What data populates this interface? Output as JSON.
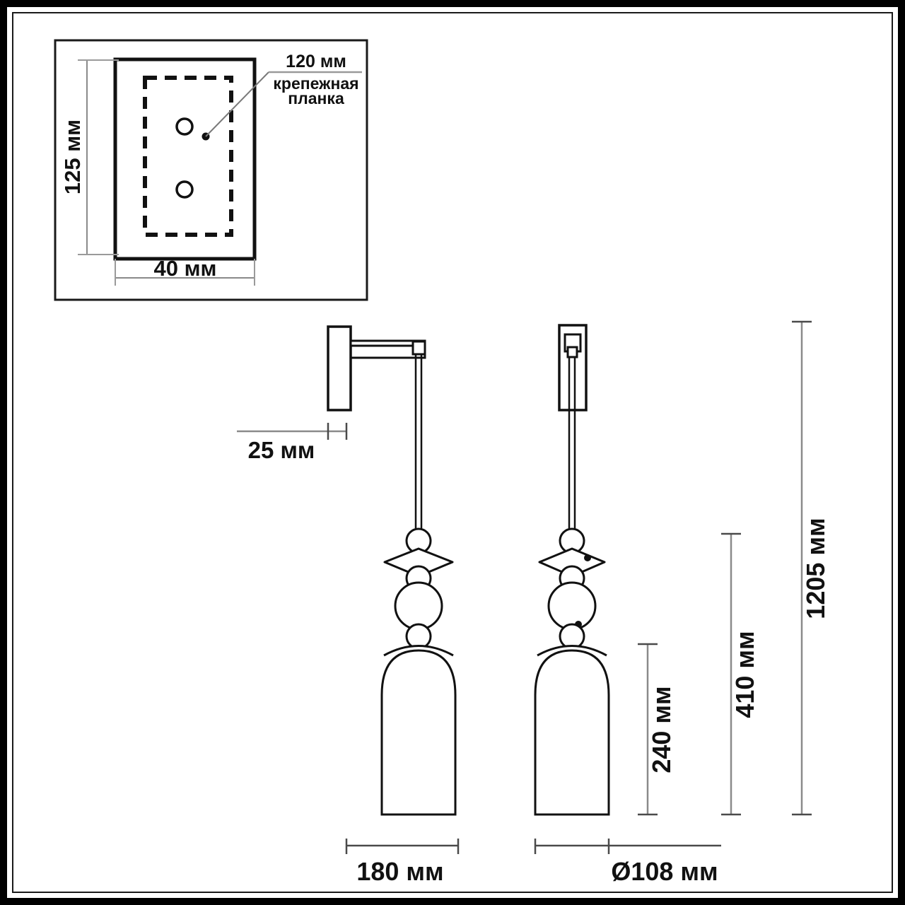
{
  "drawing": {
    "title": "Wall sconce technical dimension drawing",
    "units": "мм",
    "line_color": "#111111",
    "dim_line_color": "#808080",
    "background": "#ffffff",
    "border_color": "#000000"
  },
  "detail_panel": {
    "name": "mounting-plate-detail",
    "dimensions": {
      "height_label": "125 мм",
      "width_label": "40 мм"
    },
    "callout": {
      "value_label": "120 мм",
      "name_line1": "крепежная",
      "name_line2": "планка"
    }
  },
  "views": {
    "side": {
      "label": "side-view",
      "projection_label": "25 мм",
      "width_label": "180 мм"
    },
    "front": {
      "label": "front-view",
      "diameter_label": "Ø108 мм"
    }
  },
  "heights": {
    "shade_label": "240 мм",
    "fixture_label": "410 мм",
    "total_label": "1205 мм"
  }
}
